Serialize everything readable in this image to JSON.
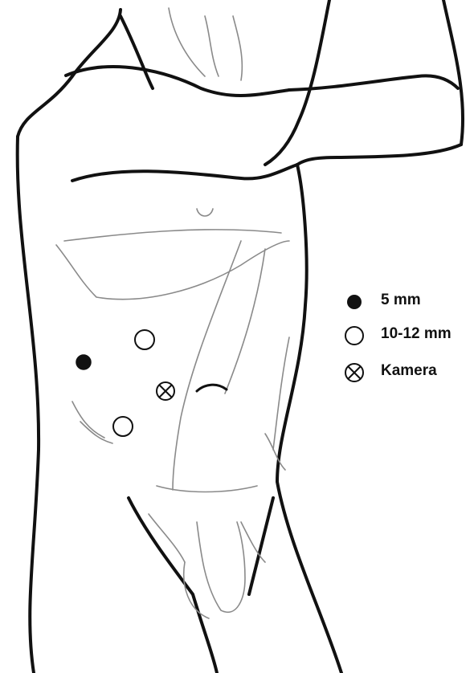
{
  "legend": [
    {
      "symbol": "filled-circle",
      "label": "5 mm"
    },
    {
      "symbol": "open-circle",
      "label": "10-12 mm"
    },
    {
      "symbol": "crossed-circle",
      "label": "Kamera"
    }
  ],
  "colors": {
    "outline": "#111111",
    "contour": "#8a8a8a",
    "background": "#ffffff"
  }
}
